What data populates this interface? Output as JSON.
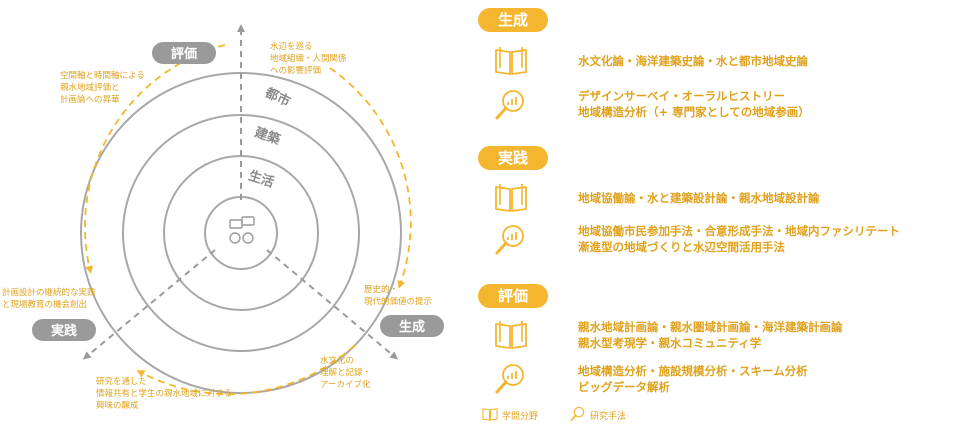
{
  "diagram": {
    "labels": {
      "evaluation": "評価",
      "practice": "実践",
      "generation": "生成"
    },
    "rings": [
      "都市",
      "建築",
      "生活"
    ],
    "annotations": {
      "top": [
        "水辺を巡る",
        "地域組織・人間関係",
        "への影響評価"
      ],
      "upper_left": [
        "空間軸と時間軸による",
        "親水地域評価と",
        "計画論への昇華"
      ],
      "left": [
        "計画設計の継続的な実践",
        "と現場教育の機会創出"
      ],
      "right": [
        "歴史的・",
        "現代的価値の提示"
      ],
      "bottom_left": [
        "研究を通した",
        "情報共有と学生の親水地域に対する",
        "興味の醸成"
      ],
      "bottom_right": [
        "水文化の",
        "理解と記録・",
        "アーカイブ化"
      ]
    },
    "accent_color": "#f5b62f",
    "text_accent": "#e0a21d",
    "gray": "#9a9a9a"
  },
  "sections": [
    {
      "title": "生成",
      "rows": [
        {
          "icon": "book-icon",
          "lines": [
            "水文化論・海洋建築史論・水と都市地域史論"
          ]
        },
        {
          "icon": "magnifier-chart-icon",
          "lines": [
            "デザインサーベイ・オーラルヒストリー",
            "地域構造分析（+ 専門家としての地域参画）"
          ]
        }
      ]
    },
    {
      "title": "実践",
      "rows": [
        {
          "icon": "book-icon",
          "lines": [
            "地域協働論・水と建築設計論・親水地域設計論"
          ]
        },
        {
          "icon": "magnifier-chart-icon",
          "lines": [
            "地域協働市民参加手法・合意形成手法・地域内ファシリテート",
            "漸進型の地域づくりと水辺空間活用手法"
          ]
        }
      ]
    },
    {
      "title": "評価",
      "rows": [
        {
          "icon": "book-icon",
          "lines": [
            "親水地域計画論・親水圏域計画論・海洋建築計画論",
            "親水型考現学・親水コミュニティ学"
          ]
        },
        {
          "icon": "magnifier-chart-icon",
          "lines": [
            "地域構造分析・施設規模分析・スキーム分析",
            "ビッグデータ解析"
          ]
        }
      ]
    }
  ],
  "legend": {
    "academic": "学問分野",
    "method": "研究手法"
  }
}
